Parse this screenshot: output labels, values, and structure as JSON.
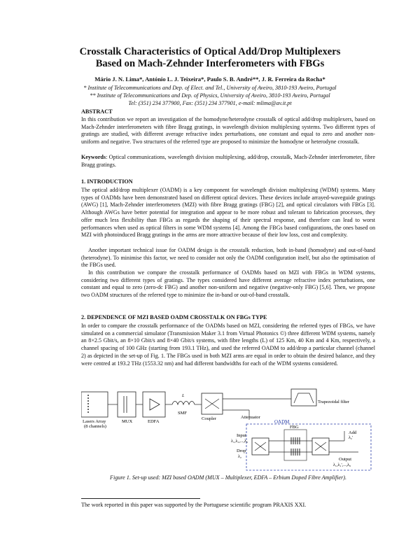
{
  "title_line1": "Crosstalk Characteristics of Optical Add/Drop Multiplexers",
  "title_line2": "Based on Mach-Zehnder Interferometers with FBGs",
  "authors": "Mário J. N. Lima*, António L. J. Teixeira*, Paulo S. B. André**, J. R. Ferreira da Rocha*",
  "affil1": "* Institute of Telecommunications and Dep. of Elect. and Tel., University of Aveiro, 3810-193 Aveiro, Portugal",
  "affil2": "** Institute of Telecommunications and Dep. of Physics, University of Aveiro, 3810-193 Aveiro, Portugal",
  "affil3": "Tel: (351) 234 377900, Fax: (351) 234 377901, e-mail: mlima@av.it.pt",
  "abstract_heading": "ABSTRACT",
  "abstract_text": "In this contribution we report an investigation of the homodyne/heterodyne crosstalk of optical add/drop multiplexers, based on Mach-Zehnder interferometers with fibre Bragg gratings, in wavelength division multiplexing systems. Two different types of gratings are studied, with different average refractive index perturbations, one constant and equal to zero and another non-uniform and negative. Two structures of the referred type are proposed to minimize the homodyne or heterodyne crosstalk.",
  "keywords_label": "Keywords",
  "keywords_text": ": Optical communications, wavelength division multiplexing, add/drop, crosstalk, Mach-Zehnder interferometer, fibre Bragg gratings.",
  "sec1_heading": "1.  INTRODUCTION",
  "sec1_p1": "The optical add/drop multiplexer (OADM) is a key component for wavelength division multiplexing (WDM) systems. Many types of OADMs have been demonstrated based on different optical devices. These devices include arrayed-waveguide gratings (AWG) [1], Mach-Zehnder interferometers (MZI) with fibre Bragg gratings (FBG) [2], and optical circulators with FBGs [3]. Although AWGs have better potential for integration and appear to be more robust and tolerant to fabrication processes, they offer much less flexibility than FBGs as regards the shaping of their spectral response, and therefore can lead to worst performances when used as optical filters in some WDM systems [4]. Among the FBGs based configurations, the ones based on MZI with photoinduced Bragg gratings in the arms are more attractive because of their low loss, cost and complexity.",
  "sec1_p2": "Another important technical issue for OADM design is the crosstalk reduction, both in-band (homodyne) and out-of-band (heterodyne). To minimise this factor, we need to consider not only the OADM configuration itself, but also the optimisation of the FBGs used.",
  "sec1_p3": "In this contribution we compare the crosstalk performance of OADMs based on MZI with FBGs in WDM systems, considering two different types of gratings. The types considered have different average refractive index perturbations, one constant and equal to zero (zero-dc FBG) and another non-uniform and negative (negative-only FBG) [5,6]. Then, we propose two OADM structures of the referred type to minimize the in-band or out-of-band crosstalk.",
  "sec2_heading": "2.  DEPENDENCE OF MZI BASED OADM CROSSTALK ON FBGs TYPE",
  "sec2_p1": "In order to compare the crosstalk performance of the OADMs based on MZI, considering the referred types of FBGs, we have simulated on a commercial simulator (Transmission Maker 3.1 from Virtual Photonics ©) three different WDM systems, namely an 8×2.5 Gbit/s, an 8×10 Gbit/s and 8×40 Gbit/s systems, with fibre lengths (L) of 125 Km, 40 Km and 4 Km, respectively, a channel spacing of 100 GHz (starting from 193.1 THz), and used the referred OADM to add/drop a particular channel (channel 2) as depicted in the set-up of Fig. 1. The FBGs used in both MZI arms are equal in order to obtain the desired balance, and they were centred at 193.2 THz (1553.32 nm) and had different bandwidths for each of the WDM systems considered.",
  "figure": {
    "laser_label_1": "Lasers Array",
    "laser_label_2": "(8 channels)",
    "mux": "MUX",
    "edfa": "EDFA",
    "smf": "SMF",
    "l_label": "L",
    "coupler": "Coupler",
    "attenuator": "Attenuator",
    "trap_filter": "Trapezoidal filter",
    "oadm": "OADM",
    "fbg": "FBG",
    "input": "Input",
    "input_lambdas": "λ₁,λ₂,...,λ₈",
    "drop": "Drop",
    "drop_lambda": "λ₂",
    "add": "Add",
    "add_lambda": "λ₂'",
    "output": "Output",
    "output_lambdas": "λ₁,λ₂',...,λ₈"
  },
  "caption": "Figure 1. Set-up used: MZI based OADM (MUX – Multiplexer, EDFA – Erbium Doped Fibre Amplifier).",
  "footnote": "The work reported in this paper was supported by the Portuguese scientific program PRAXIS XXI."
}
